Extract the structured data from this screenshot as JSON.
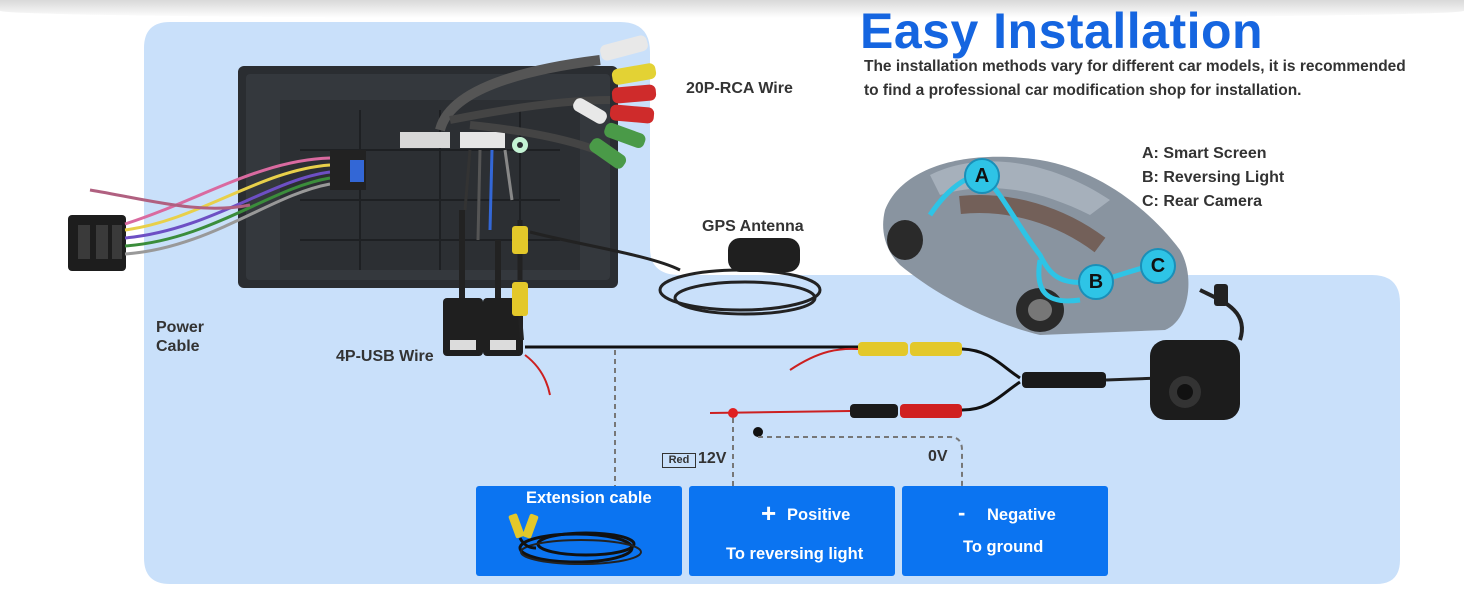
{
  "header": {
    "title": "Easy Installation",
    "subtitle_line1": "The installation methods vary for different car models, it is recommended",
    "subtitle_line2": "to find a professional car modification shop for installation."
  },
  "labels": {
    "rca_wire": "20P-RCA Wire",
    "gps_antenna": "GPS Antenna",
    "power_cable_line1": "Power",
    "power_cable_line2": "Cable",
    "usb_wire": "4P-USB Wire"
  },
  "legend": {
    "items": [
      "A: Smart Screen",
      "B: Reversing Light",
      "C: Rear Camera"
    ],
    "markers": [
      "A",
      "B",
      "C"
    ]
  },
  "voltage": {
    "tag": "Red",
    "positive_value": "12V",
    "negative_value": "0V"
  },
  "boxes": {
    "extension_title": "Extension cable",
    "positive_sign": "+",
    "positive_title": "Positive",
    "positive_sub": "To reversing light",
    "negative_sign": "-",
    "negative_title": "Negative",
    "negative_sub": "To ground"
  },
  "colors": {
    "accent_blue": "#1565e0",
    "panel_blue": "#c9e0fa",
    "box_blue": "#0b74f1",
    "route_cyan": "#2ec4e6"
  }
}
